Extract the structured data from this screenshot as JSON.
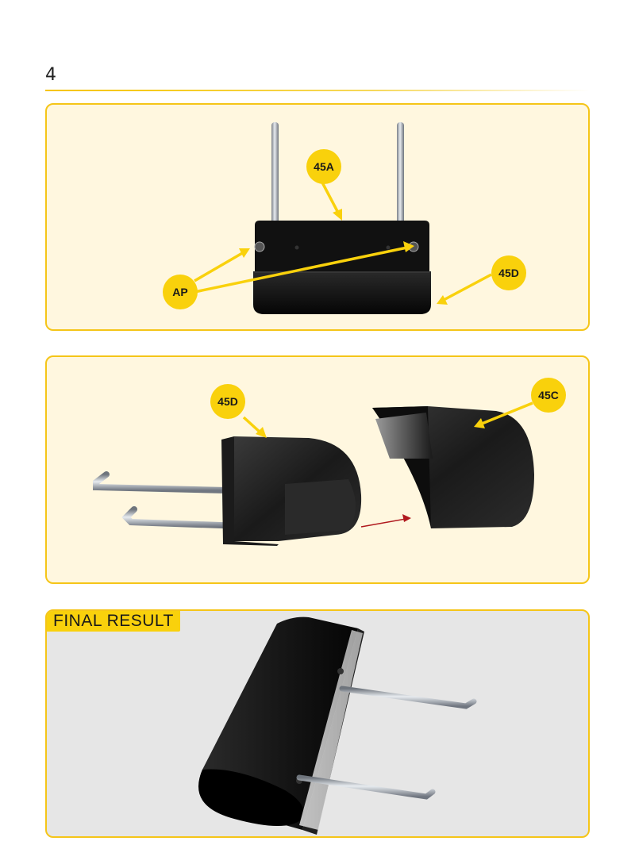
{
  "page": {
    "number": "4"
  },
  "steps": [
    {
      "callouts": {
        "part_a": "45A",
        "screws": "AP",
        "part_d": "45D"
      }
    },
    {
      "callouts": {
        "part_d": "45D",
        "part_c": "45C"
      }
    }
  ],
  "final": {
    "label": "FINAL RESULT"
  },
  "colors": {
    "accent": "#f9d10c",
    "panel_background": "#fff7df",
    "final_background": "#e6e6e6",
    "border": "#f5c518"
  }
}
